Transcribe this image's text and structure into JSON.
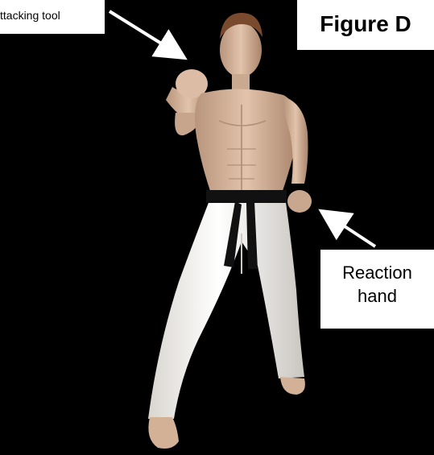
{
  "figure_title": "Figure D",
  "labels": {
    "attacking_tool": "ttacking tool",
    "reaction_line1": "Reaction",
    "reaction_line2": "hand"
  },
  "colors": {
    "background": "#000000",
    "label_background": "#ffffff",
    "gi_white": "#f4f4f4",
    "belt_black": "#111111",
    "skin": "#d8b8a0"
  }
}
